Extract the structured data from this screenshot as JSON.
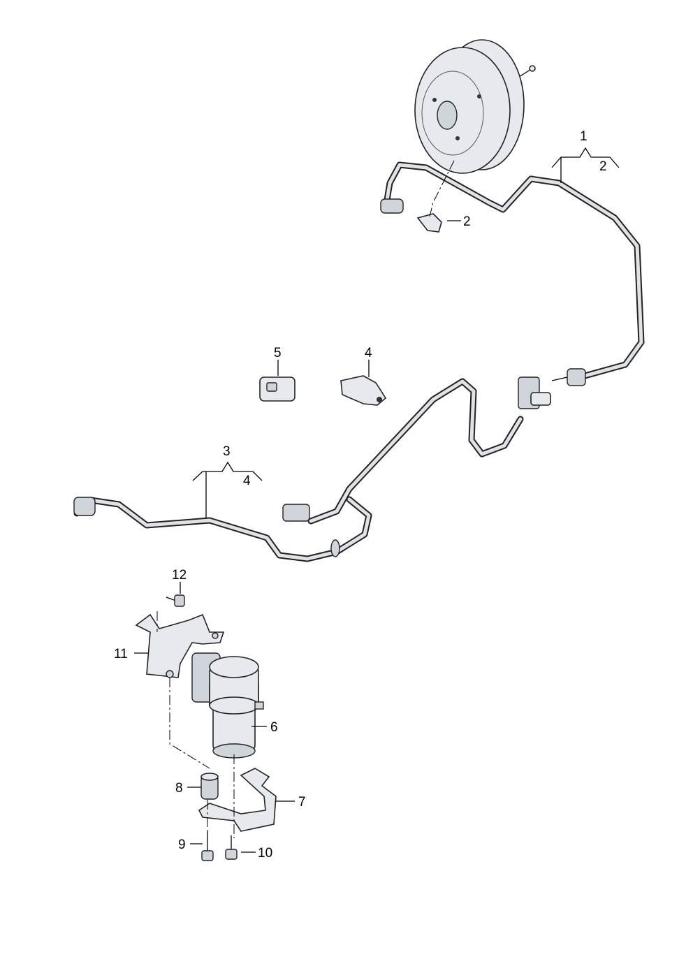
{
  "diagram": {
    "callouts": {
      "c1": "1",
      "c1_sub": "2",
      "c2": "2",
      "c3": "3",
      "c3_sub": "4",
      "c4": "4",
      "c5": "5",
      "c6": "6",
      "c7": "7",
      "c8": "8",
      "c9": "9",
      "c10": "10",
      "c11": "11",
      "c12": "12"
    }
  }
}
